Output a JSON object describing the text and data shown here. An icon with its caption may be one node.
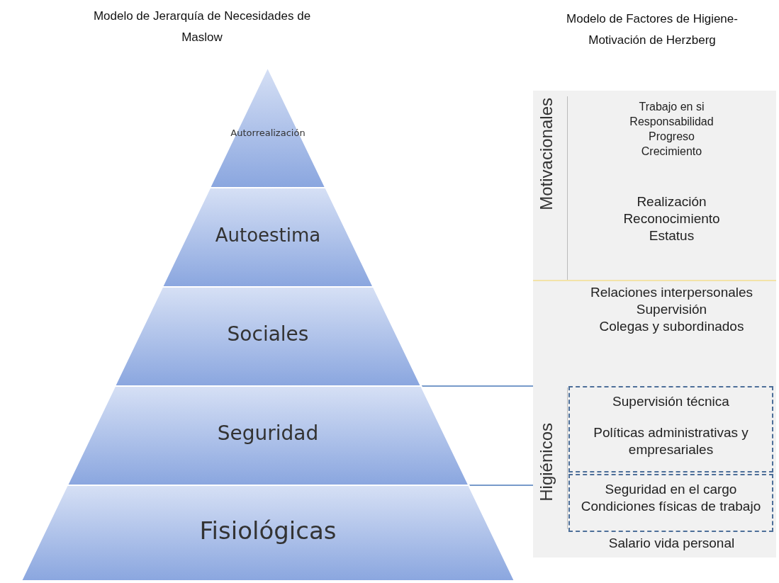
{
  "diagram": {
    "nodes": [
      {
        "text": [
          "Autorrealización"
        ]
      },
      {
        "text": [
          "Autoestima"
        ]
      },
      {
        "text": [
          "Sociales"
        ]
      },
      {
        "text": [
          "Seguridad"
        ]
      },
      {
        "text": [
          "Fisiológicas"
        ]
      },
      {
        "text": [
          "Motivacionales"
        ]
      },
      {
        "text": [
          "Trabajo en si",
          "Responsabilidad",
          "Progreso",
          "Crecimiento"
        ],
        "in": 5
      },
      {
        "text": [
          "Realización",
          "Reconocimiento",
          "Estatus"
        ],
        "in": 5
      },
      {
        "text": [
          "Higiénicos"
        ]
      },
      {
        "text": [
          "Relaciones interpersonales",
          "Supervisión",
          "Colegas y subordinados"
        ],
        "in": 8
      },
      {
        "text": [
          "Supervisión técnica",
          "Políticas administrativas y empresariales"
        ],
        "in": 8
      },
      {
        "text": [
          "Seguridad en el cargo",
          "Condiciones físicas de trabajo"
        ],
        "in": 8
      },
      {
        "text": [
          "Salario vida personal"
        ],
        "in": 8
      }
    ],
    "labels": [
      "Modelo de Jerarquía de Necesidades de Maslow",
      "Modelo de Factores de Higiene-Motivación de Herzberg"
    ]
  }
}
